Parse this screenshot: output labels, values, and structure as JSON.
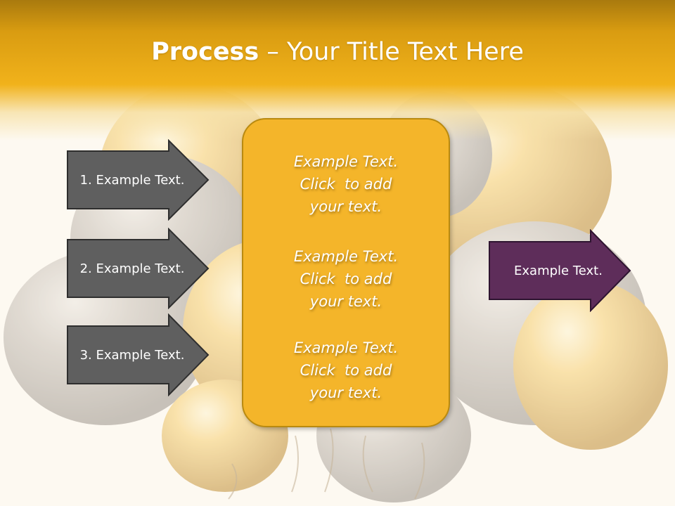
{
  "colors": {
    "header_dark": "#a97a0e",
    "header_light": "#f1b21b",
    "arrow_gray": "#5f5f5f",
    "arrow_purple": "#5e2d5a",
    "box_fill": "#f4b52a",
    "box_border": "#b98a10"
  },
  "title": {
    "bold": "Process",
    "rest": " – Your Title Text Here"
  },
  "left_arrows": [
    {
      "label": "1. Example Text."
    },
    {
      "label": "2. Example Text."
    },
    {
      "label": "3. Example Text."
    }
  ],
  "center_box": {
    "blocks": [
      {
        "lines": [
          "Example Text.",
          "Click  to add",
          "your text."
        ]
      },
      {
        "lines": [
          "Example Text.",
          "Click  to add",
          "your text."
        ]
      },
      {
        "lines": [
          "Example Text.",
          "Click  to add",
          "your text."
        ]
      }
    ]
  },
  "right_arrow": {
    "label": "Example Text."
  }
}
